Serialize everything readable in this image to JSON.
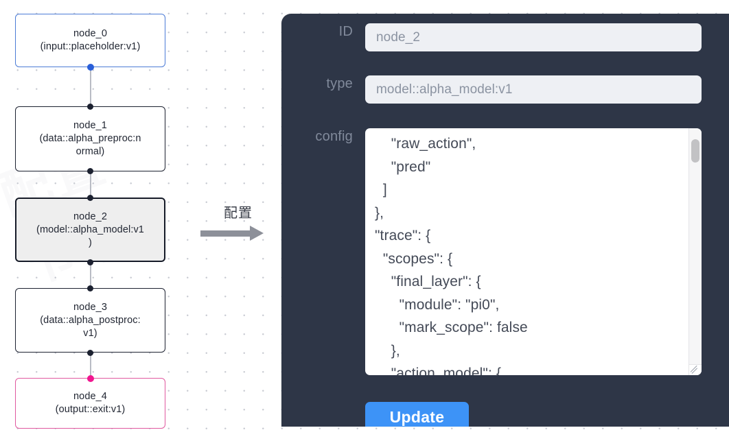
{
  "canvas": {
    "watermark_text": "配置\n节点"
  },
  "graph": {
    "nodes": [
      {
        "id": "node_0",
        "title": "node_0",
        "subtitle": "(input::placeholder:v1)",
        "label": "node_0\n(input::placeholder:v1)",
        "state": "input",
        "accent": "#4b7bd6"
      },
      {
        "id": "node_1",
        "title": "node_1",
        "subtitle": "(data::alpha_preproc:normal)",
        "label": "node_1\n(data::alpha_preproc:n\normal)",
        "state": "default",
        "accent": "#1c2130"
      },
      {
        "id": "node_2",
        "title": "node_2",
        "subtitle": "(model::alpha_model:v1)",
        "label": "node_2\n(model::alpha_model:v1\n)",
        "state": "selected",
        "accent": "#151a27"
      },
      {
        "id": "node_3",
        "title": "node_3",
        "subtitle": "(data::alpha_postproc:v1)",
        "label": "node_3\n(data::alpha_postproc:\nv1)",
        "state": "default",
        "accent": "#1c2130"
      },
      {
        "id": "node_4",
        "title": "node_4",
        "subtitle": "(output::exit:v1)",
        "label": "node_4\n(output::exit:v1)",
        "state": "output",
        "accent": "#e0589f"
      }
    ]
  },
  "annotation": {
    "text": "配置",
    "arrow": "arrow-right"
  },
  "inspector": {
    "id": {
      "label": "ID",
      "value": "node_2",
      "placeholder": "node_2"
    },
    "type": {
      "label": "type",
      "value": "model::alpha_model:v1",
      "placeholder": "model::alpha_model:v1"
    },
    "config": {
      "label": "config",
      "value": "    \"raw_action\",\n    \"pred\"\n  ]\n},\n\"trace\": {\n  \"scopes\": {\n    \"final_layer\": {\n      \"module\": \"pi0\",\n      \"mark_scope\": false\n    },\n    \"action_model\": {"
    },
    "update_button": {
      "label": "Update"
    },
    "colors": {
      "panel_bg": "#2e3647",
      "field_bg": "#eef0f4",
      "label_fg": "#818a9b",
      "value_fg": "#8b93a1",
      "accent": "#3d93f7"
    }
  }
}
